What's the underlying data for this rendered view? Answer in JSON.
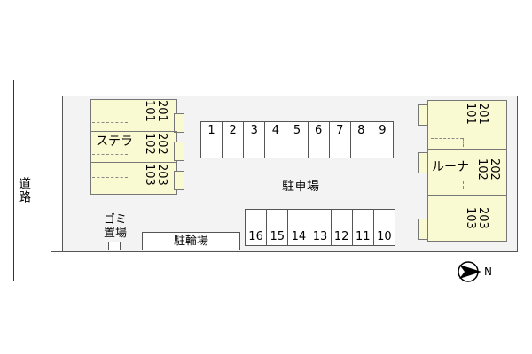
{
  "road": {
    "label": "道路"
  },
  "parking": {
    "label": "駐車場",
    "top_row": [
      "1",
      "2",
      "3",
      "4",
      "5",
      "6",
      "7",
      "8",
      "9"
    ],
    "bottom_row": [
      "16",
      "15",
      "14",
      "13",
      "12",
      "11",
      "10"
    ]
  },
  "bicycle_parking": {
    "label": "駐輪場"
  },
  "garbage": {
    "label_line1": "ゴミ",
    "label_line2": "置場"
  },
  "building_stella": {
    "name": "ステラ",
    "rooms": [
      {
        "upper": "201",
        "lower": "101"
      },
      {
        "upper": "202",
        "lower": "102"
      },
      {
        "upper": "203",
        "lower": "103"
      }
    ]
  },
  "building_luna": {
    "name": "ルーナ",
    "rooms": [
      {
        "upper": "201",
        "lower": "101"
      },
      {
        "upper": "202",
        "lower": "102"
      },
      {
        "upper": "203",
        "lower": "103"
      }
    ]
  },
  "compass": {
    "label": "N",
    "icon": "north-arrow-icon"
  },
  "colors": {
    "building": "#fafad2",
    "site": "#f3f3f3",
    "line": "#555555"
  }
}
